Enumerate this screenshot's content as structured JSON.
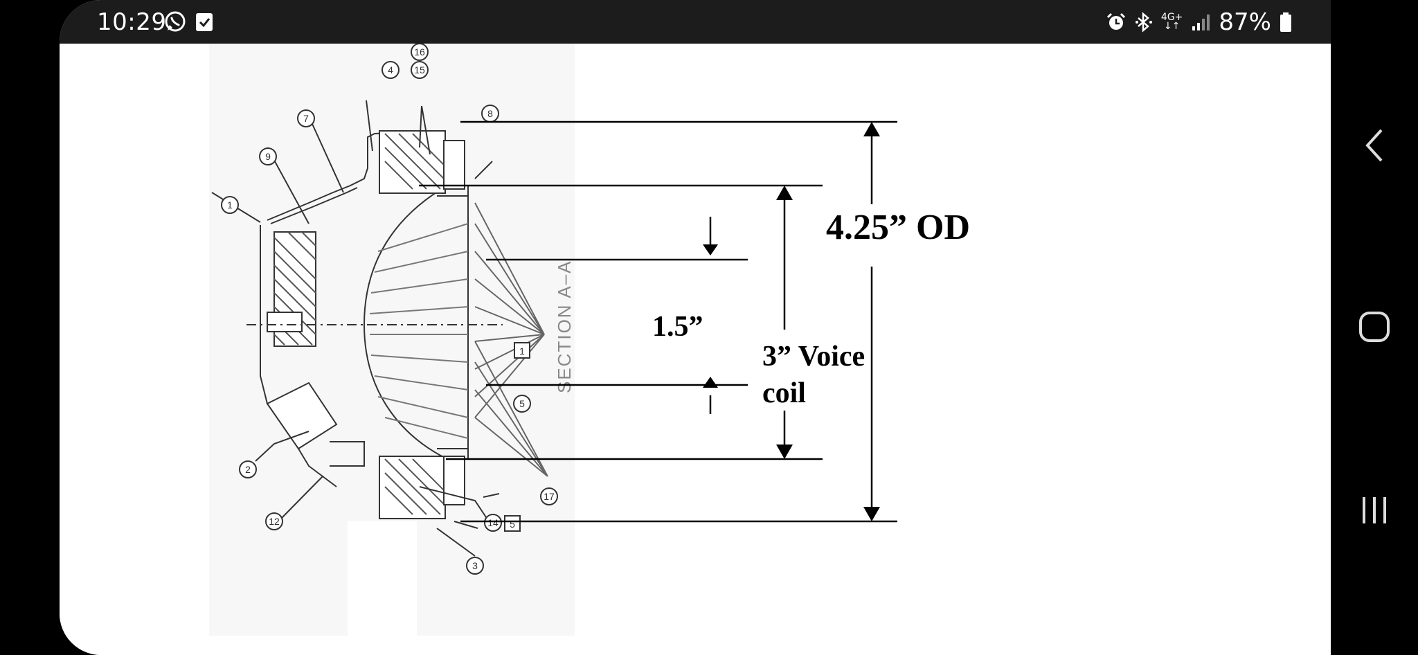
{
  "status_bar": {
    "time": "10:29",
    "network": "4G+",
    "battery": "87%",
    "left_icons": [
      "whatsapp-icon",
      "task-check-icon"
    ],
    "right_icons": [
      "alarm-icon",
      "bluetooth-icon",
      "network-4g-icon",
      "signal-icon",
      "battery-icon"
    ]
  },
  "drawing": {
    "section_label": "SECTION  A–A",
    "callouts": [
      "4",
      "15",
      "16",
      "7",
      "8",
      "9",
      "1",
      "2",
      "12",
      "3",
      "14",
      "5",
      "17"
    ],
    "square_callouts": [
      "1",
      "5"
    ],
    "annotations": {
      "od": "4.25” OD",
      "gap": "1.5”",
      "voice_coil_line1": "3” Voice",
      "voice_coil_line2": "coil"
    }
  },
  "nav_bar": {
    "buttons": [
      "back",
      "home",
      "recents"
    ]
  },
  "colors": {
    "status_bar": "#1c1c1c",
    "background": "#000000",
    "canvas": "#ffffff"
  }
}
